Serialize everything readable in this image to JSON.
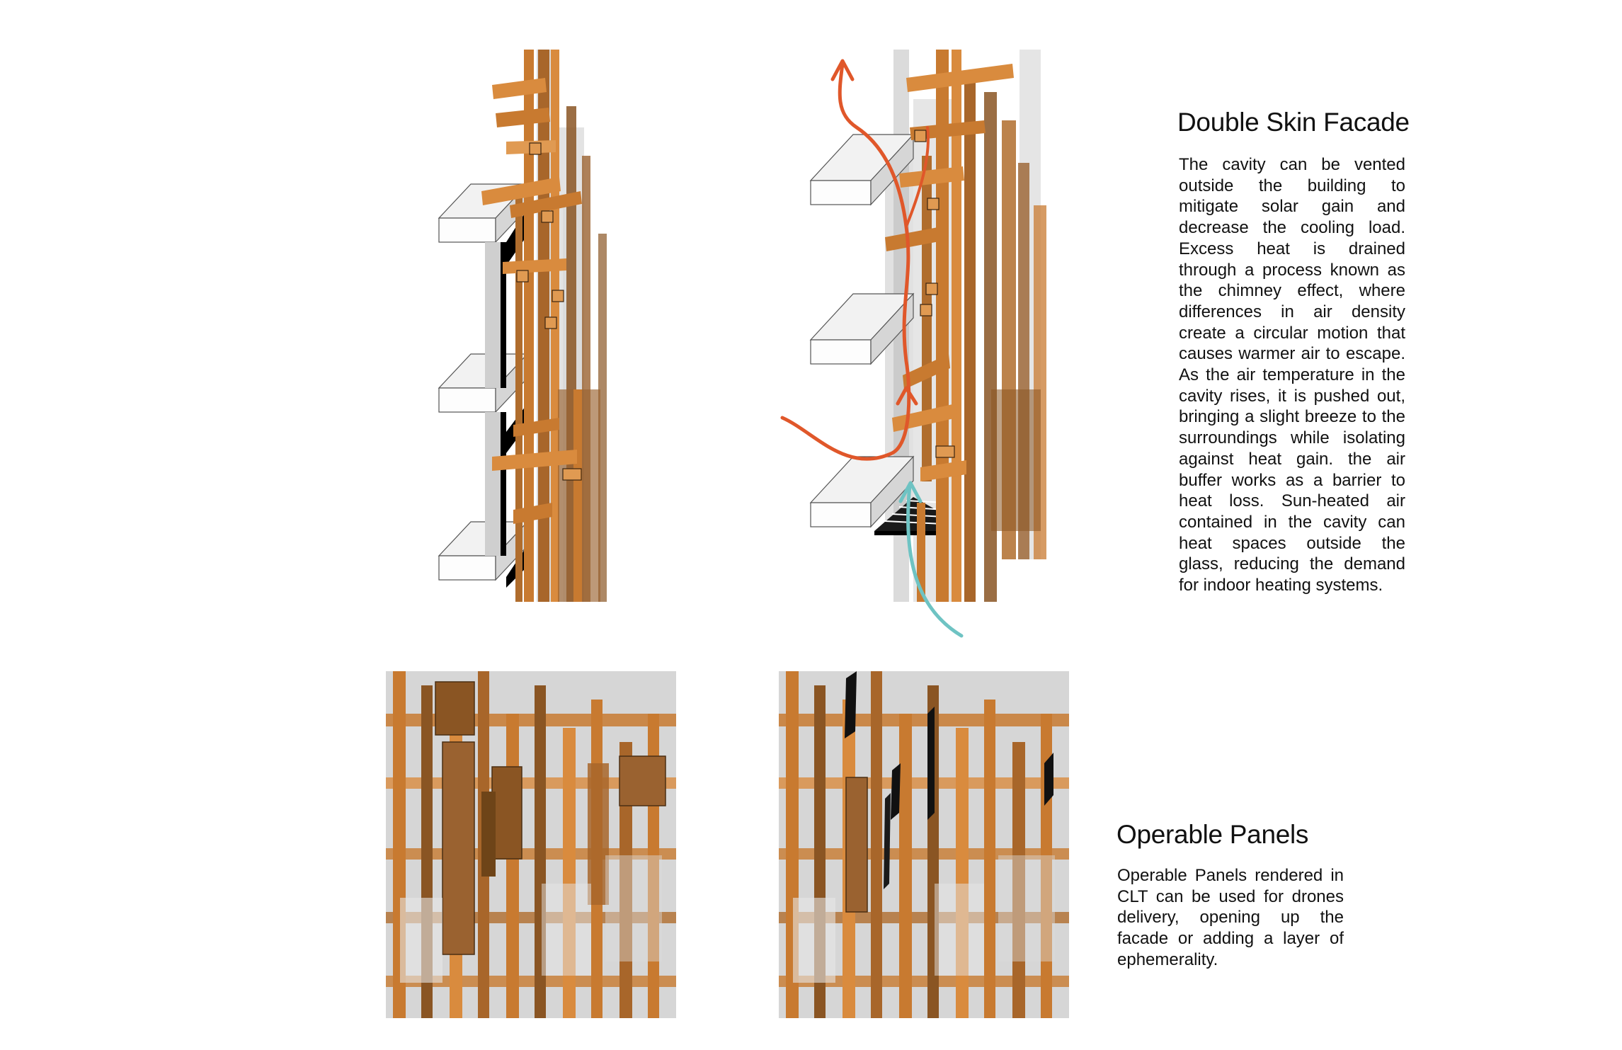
{
  "sections": {
    "double_skin_facade": {
      "title": "Double Skin Facade",
      "body": "The cavity can be vented outside the building to mitigate solar gain and decrease the cooling load. Excess heat is drained through a process known as the chimney effect, where differences in air density create a circular motion that causes warmer air to escape. As the air temperature in the cavity rises, it is pushed out, bringing a slight breeze to the surroundings while isolating against heat gain. the air buffer works as a barrier to heat loss. Sun-heated air contained in the cavity can heat spaces outside the glass, reducing the demand for indoor heating systems."
    },
    "operable_panels": {
      "title": "Operable Panels",
      "body": "Operable Panels rendered in CLT can be used for drones delivery, opening up the facade or adding a layer of ephemerality."
    }
  },
  "colors": {
    "timber": "#c87a30",
    "timber_dark": "#8a5523",
    "timber_light": "#e09a52",
    "slab_top": "#f2f2f2",
    "slab_side": "#d6d6d6",
    "glass_gray": "#bdbdbd",
    "frame_black": "#000000",
    "warm_air_arrow": "#e0572a",
    "cool_air_arrow": "#6ec3c3",
    "text": "#111111",
    "background": "#ffffff"
  },
  "figures": [
    {
      "id": "section-closed",
      "icons": [
        "floor-slab",
        "glazing-frame",
        "clt-fins"
      ]
    },
    {
      "id": "section-vented-airflow",
      "icons": [
        "floor-slab",
        "clt-fins",
        "warm-air-arrow",
        "cool-air-arrow",
        "vent-grille"
      ]
    },
    {
      "id": "panels-closed",
      "icons": [
        "clt-lattice",
        "operable-panel"
      ]
    },
    {
      "id": "panels-open",
      "icons": [
        "clt-lattice",
        "operable-panel-open"
      ]
    }
  ]
}
